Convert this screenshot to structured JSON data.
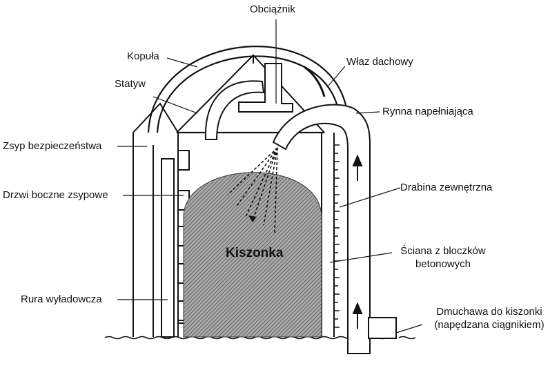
{
  "labels": {
    "obciaznik": "Obciążnik",
    "kopula": "Kopuła",
    "wlaz": "Właz dachowy",
    "statyw": "Statyw",
    "rynna": "Rynna napełniająca",
    "zsyp": "Zsyp bezpieczeństwa",
    "drabina": "Drabina zewnętrzna",
    "drzwi": "Drzwi boczne zsypowe",
    "kiszonka": "Kiszonka",
    "sciana_line1": "Ściana z bloczków",
    "sciana_line2": "betonowych",
    "rura": "Rura wyładowcza",
    "dmuchawa_line1": "Dmuchawa do kiszonki",
    "dmuchawa_line2": "(napędzana ciągnikiem)"
  },
  "colors": {
    "ink": "#111111",
    "silage": "#8a8a8a",
    "paper": "#ffffff"
  }
}
